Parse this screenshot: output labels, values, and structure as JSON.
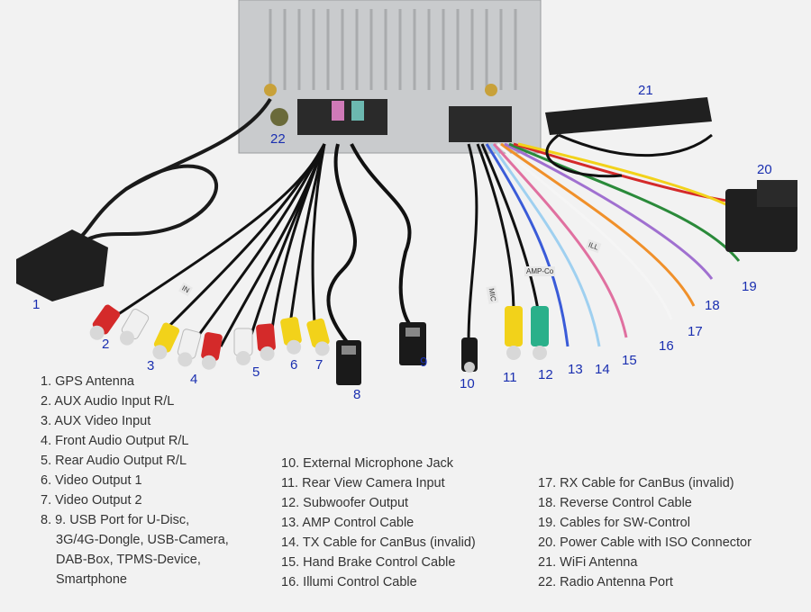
{
  "callouts": [
    "1",
    "2",
    "3",
    "4",
    "5",
    "6",
    "7",
    "8",
    "9",
    "10",
    "11",
    "12",
    "13",
    "14",
    "15",
    "16",
    "17",
    "18",
    "19",
    "20",
    "21",
    "22"
  ],
  "legend": {
    "col1": [
      "1. GPS Antenna",
      "2. AUX Audio Input R/L",
      "3. AUX Video Input",
      "4. Front Audio Output R/L",
      "5. Rear Audio Output R/L",
      "6. Video Output 1",
      "7. Video Output 2",
      "8. 9. USB Port for U-Disc,"
    ],
    "col1_cont": [
      "3G/4G-Dongle, USB-Camera,",
      "DAB-Box, TPMS-Device,",
      "Smartphone"
    ],
    "col2": [
      "10. External Microphone Jack",
      "11. Rear View Camera Input",
      "12. Subwoofer Output",
      "13. AMP Control Cable",
      "14. TX Cable for CanBus (invalid)",
      "15. Hand Brake Control Cable",
      "16. Illumi Control Cable"
    ],
    "col3": [
      "17. RX Cable for CanBus (invalid)",
      "18. Reverse Control Cable",
      "19. Cables for SW-Control",
      "20. Power Cable with ISO Connector",
      "21. WiFi Antenna",
      "22. Radio Antenna Port"
    ]
  },
  "tags": [
    "IN",
    "MIC",
    "AMP-Co",
    "ILL"
  ]
}
